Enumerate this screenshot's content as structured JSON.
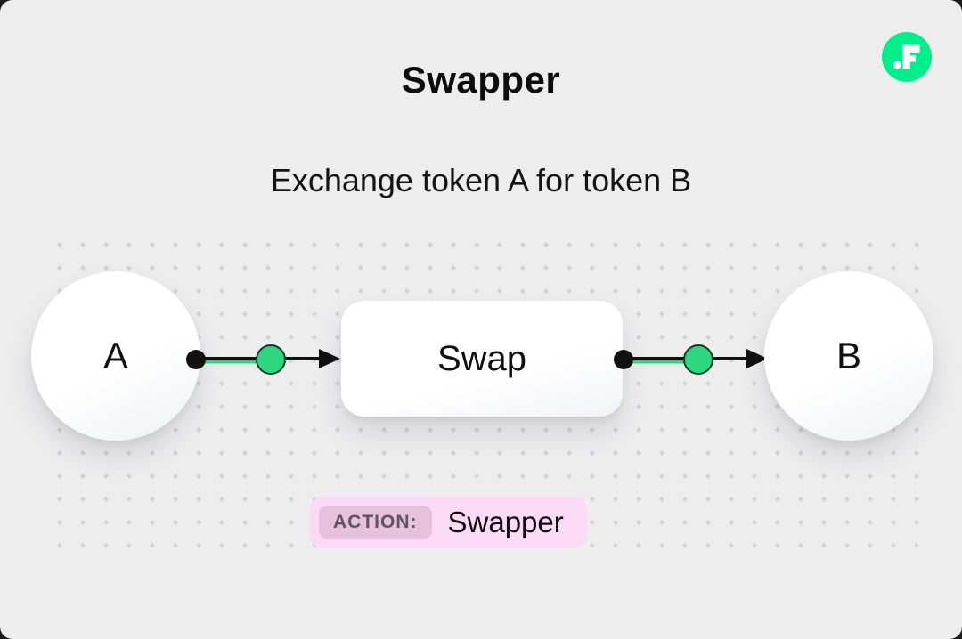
{
  "page": {
    "title": "Swapper",
    "subtitle": "Exchange token A for token B"
  },
  "diagram": {
    "left_token": "A",
    "center_node": "Swap",
    "right_token": "B"
  },
  "action": {
    "label": "ACTION:",
    "value": "Swapper"
  },
  "logo": {
    "name": "flow-logo"
  },
  "colors": {
    "accent_green": "#00ef8b",
    "dot_black": "#111111",
    "node_green": "#2cd87d",
    "pill_pink": "#fbdaf6",
    "pill_badge_pink": "#e6c1dc",
    "background": "#ededee"
  }
}
